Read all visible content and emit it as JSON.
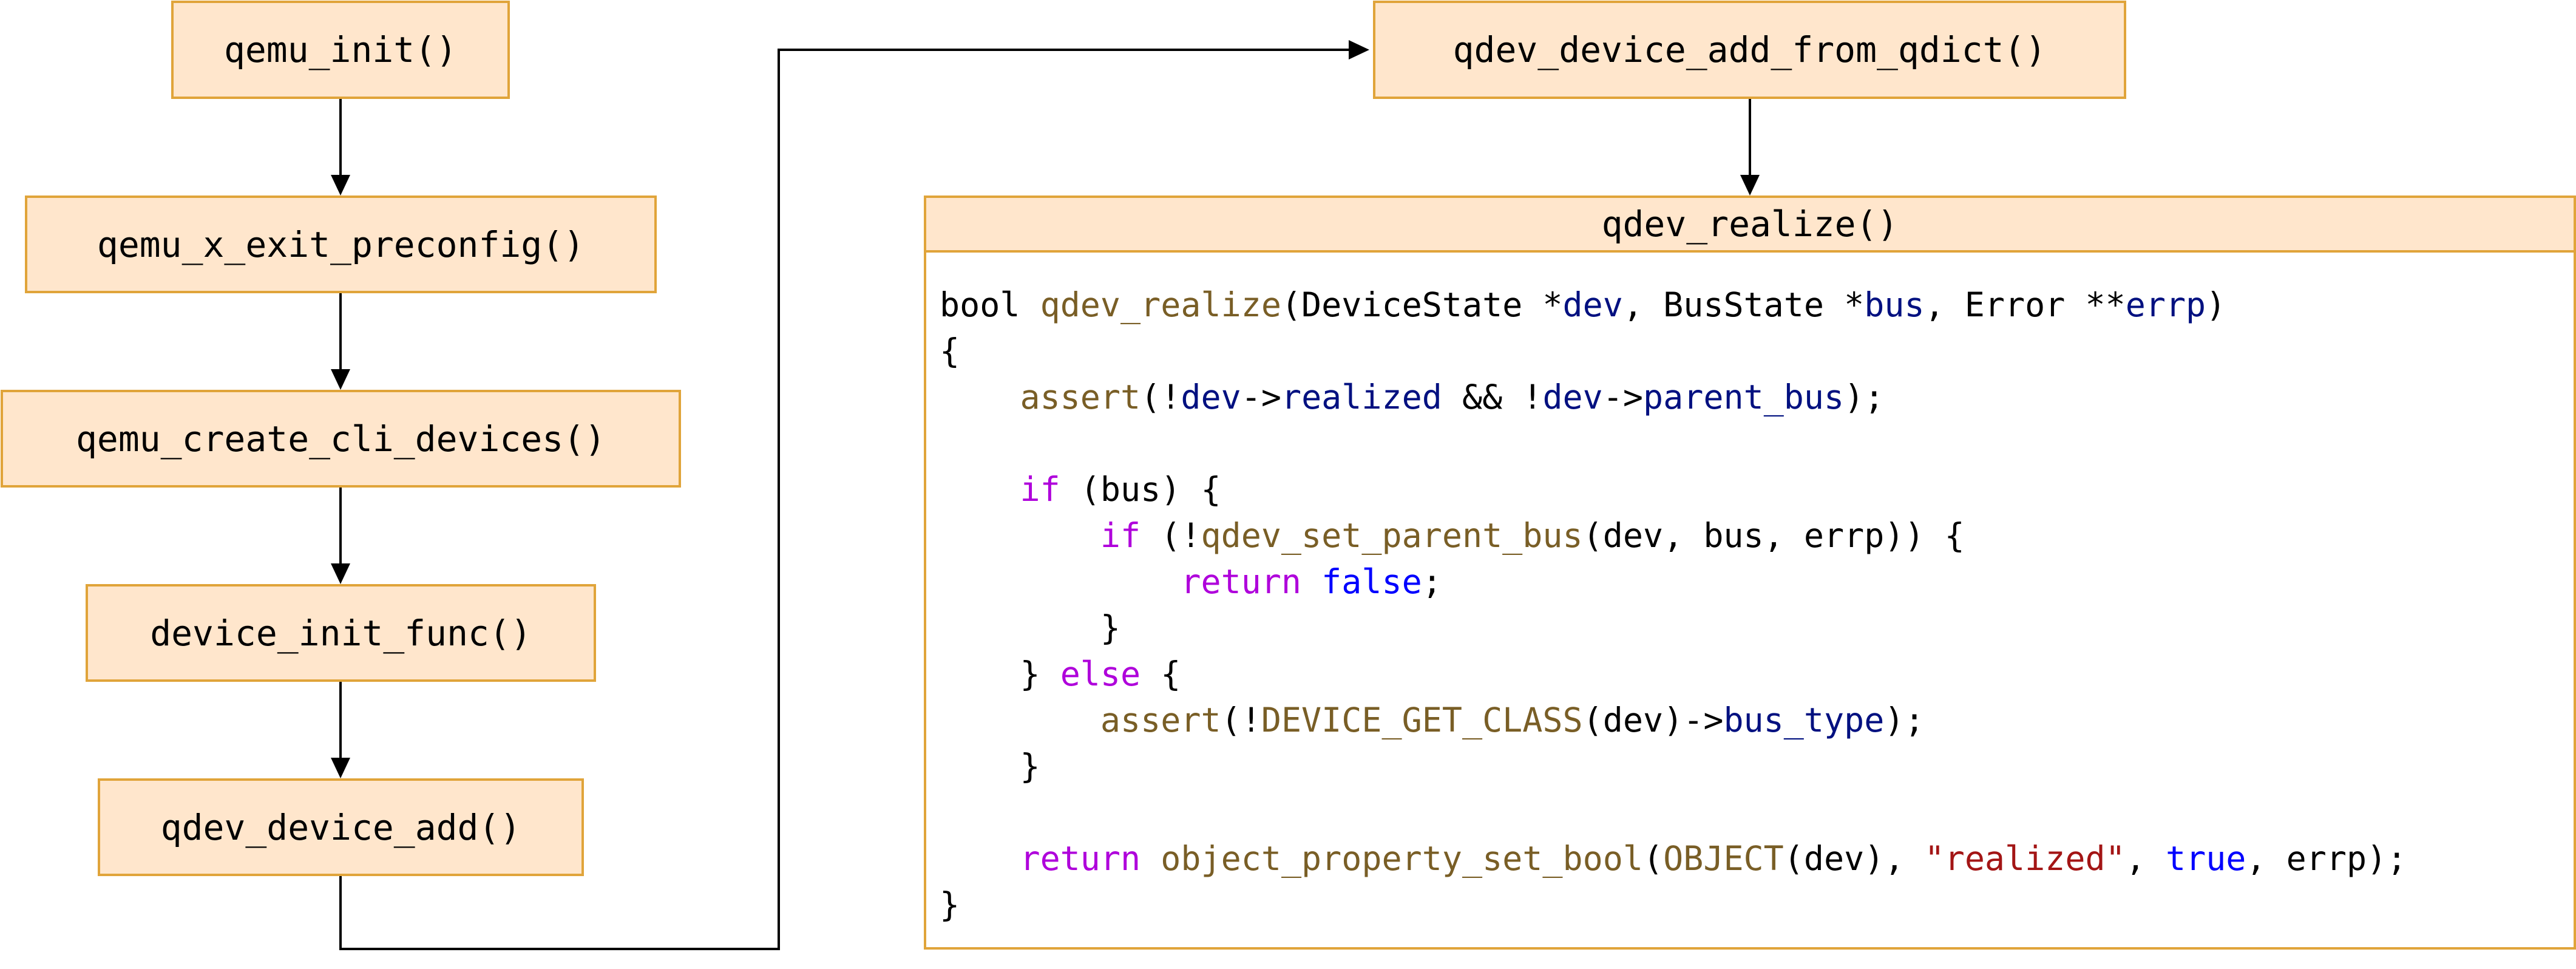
{
  "nodes": {
    "qemu_init": "qemu_init()",
    "qemu_x_exit_preconfig": "qemu_x_exit_preconfig()",
    "qemu_create_cli_devices": "qemu_create_cli_devices()",
    "device_init_func": "device_init_func()",
    "qdev_device_add": "qdev_device_add()",
    "qdev_device_add_from_qdict": "qdev_device_add_from_qdict()"
  },
  "code_block": {
    "title": "qdev_realize()",
    "lines": [
      [
        [
          "bool ",
          "plain"
        ],
        [
          "qdev_realize",
          "func"
        ],
        [
          "(DeviceState *",
          "plain"
        ],
        [
          "dev",
          "var"
        ],
        [
          ", BusState *",
          "plain"
        ],
        [
          "bus",
          "var"
        ],
        [
          ", Error **",
          "plain"
        ],
        [
          "errp",
          "var"
        ],
        [
          ")",
          "plain"
        ]
      ],
      [
        [
          "{",
          "plain"
        ]
      ],
      [
        [
          "    ",
          "plain"
        ],
        [
          "assert",
          "func"
        ],
        [
          "(!",
          "plain"
        ],
        [
          "dev",
          "var"
        ],
        [
          "->",
          "plain"
        ],
        [
          "realized",
          "var"
        ],
        [
          " && !",
          "plain"
        ],
        [
          "dev",
          "var"
        ],
        [
          "->",
          "plain"
        ],
        [
          "parent_bus",
          "var"
        ],
        [
          ");",
          "plain"
        ]
      ],
      [
        [
          "",
          "plain"
        ]
      ],
      [
        [
          "    ",
          "plain"
        ],
        [
          "if",
          "kw"
        ],
        [
          " (bus) {",
          "plain"
        ]
      ],
      [
        [
          "        ",
          "plain"
        ],
        [
          "if",
          "kw"
        ],
        [
          " (!",
          "plain"
        ],
        [
          "qdev_set_parent_bus",
          "func"
        ],
        [
          "(dev, bus, errp)) {",
          "plain"
        ]
      ],
      [
        [
          "            ",
          "plain"
        ],
        [
          "return",
          "kw"
        ],
        [
          " ",
          "plain"
        ],
        [
          "false",
          "bool"
        ],
        [
          ";",
          "plain"
        ]
      ],
      [
        [
          "        }",
          "plain"
        ]
      ],
      [
        [
          "    } ",
          "plain"
        ],
        [
          "else",
          "kw"
        ],
        [
          " {",
          "plain"
        ]
      ],
      [
        [
          "        ",
          "plain"
        ],
        [
          "assert",
          "func"
        ],
        [
          "(!",
          "plain"
        ],
        [
          "DEVICE_GET_CLASS",
          "func"
        ],
        [
          "(dev)->",
          "plain"
        ],
        [
          "bus_type",
          "var"
        ],
        [
          ");",
          "plain"
        ]
      ],
      [
        [
          "    }",
          "plain"
        ]
      ],
      [
        [
          "",
          "plain"
        ]
      ],
      [
        [
          "    ",
          "plain"
        ],
        [
          "return",
          "kw"
        ],
        [
          " ",
          "plain"
        ],
        [
          "object_property_set_bool",
          "func"
        ],
        [
          "(",
          "plain"
        ],
        [
          "OBJECT",
          "func"
        ],
        [
          "(dev), ",
          "plain"
        ],
        [
          "\"realized\"",
          "str"
        ],
        [
          ", ",
          "plain"
        ],
        [
          "true",
          "bool"
        ],
        [
          ", errp);",
          "plain"
        ]
      ],
      [
        [
          "}",
          "plain"
        ]
      ]
    ]
  },
  "colors": {
    "plain": "#000000",
    "func": "#795e26",
    "var": "#001080",
    "kw": "#af00db",
    "bool": "#0000ff",
    "str": "#a31515",
    "node_fill": "#ffe6cc",
    "node_border": "#e0a43a",
    "edge": "#000000"
  }
}
